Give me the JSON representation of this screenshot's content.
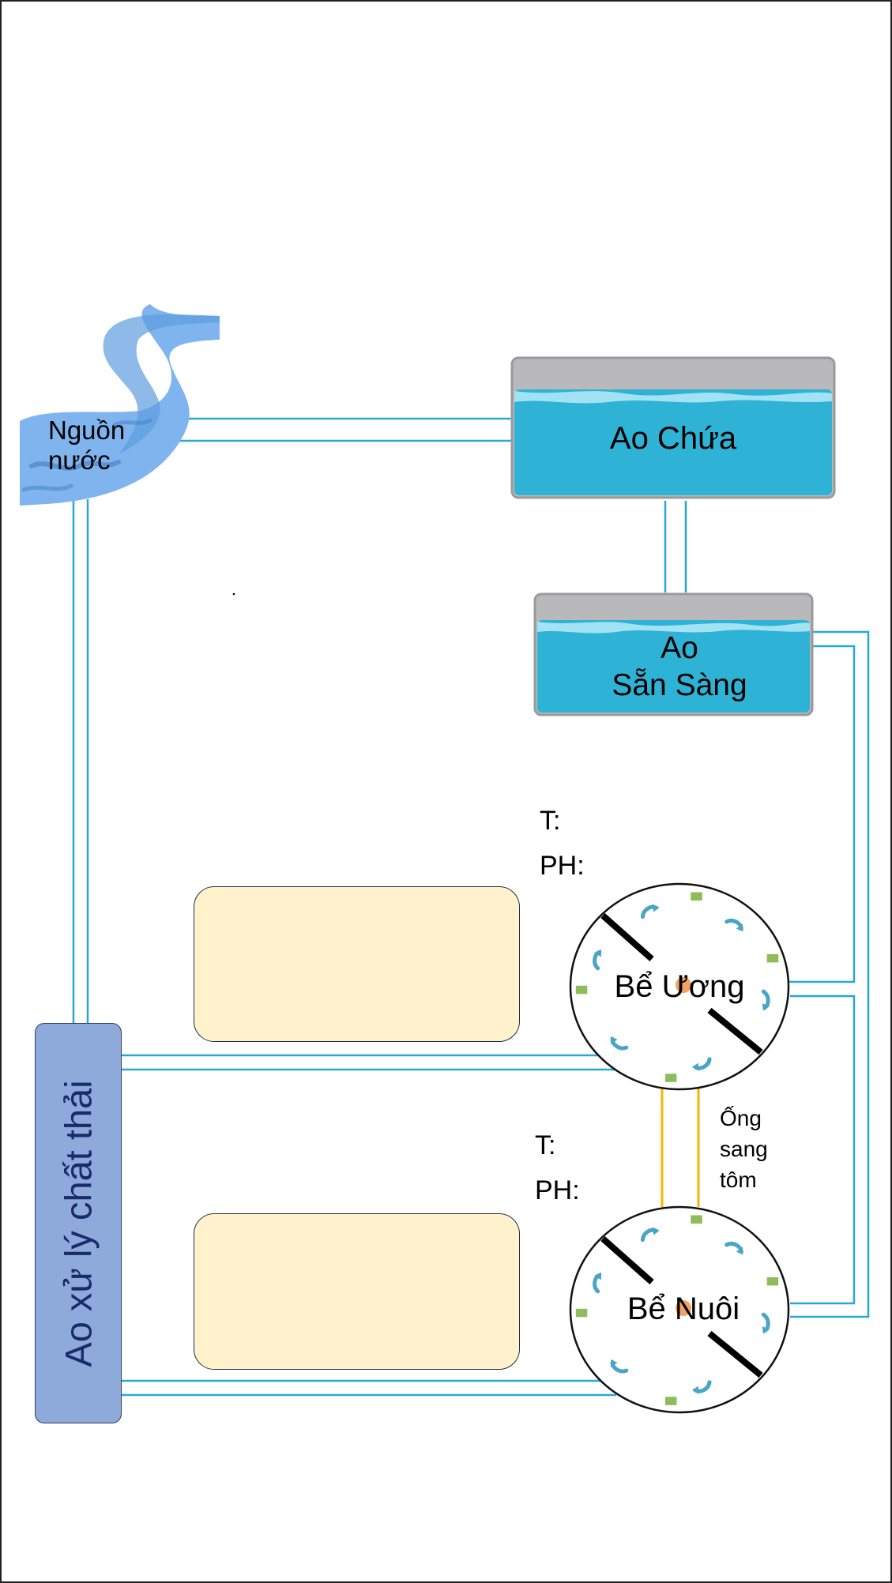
{
  "water_source": {
    "label": "Nguồn\nnước"
  },
  "reservoir": {
    "label": "Ao Chứa"
  },
  "ready_pond": {
    "label": "Ao\nSẵn Sàng"
  },
  "nursery_tank": {
    "label": "Bể Ương",
    "temp_label": "T:",
    "ph_label": "PH:"
  },
  "grow_tank": {
    "label": "Bể Nuôi",
    "temp_label": "T:",
    "ph_label": "PH:"
  },
  "transfer_pipe": {
    "label": "Ống\nsang\ntôm"
  },
  "waste_pond": {
    "label": "Ao xử lý chất thải"
  },
  "colors": {
    "pipe": "#29a8d6",
    "transfer_pipe": "#f2b800",
    "pond_water": "#2eb3d6",
    "pond_rim": "#b9b9bb",
    "river": "#7fb4ee",
    "note_fill": "#fff2cc",
    "waste_fill": "#8eaadb",
    "arrow": "#4aa5c4",
    "feeder": "#8fbc5a",
    "center_dot": "#f4a261"
  }
}
